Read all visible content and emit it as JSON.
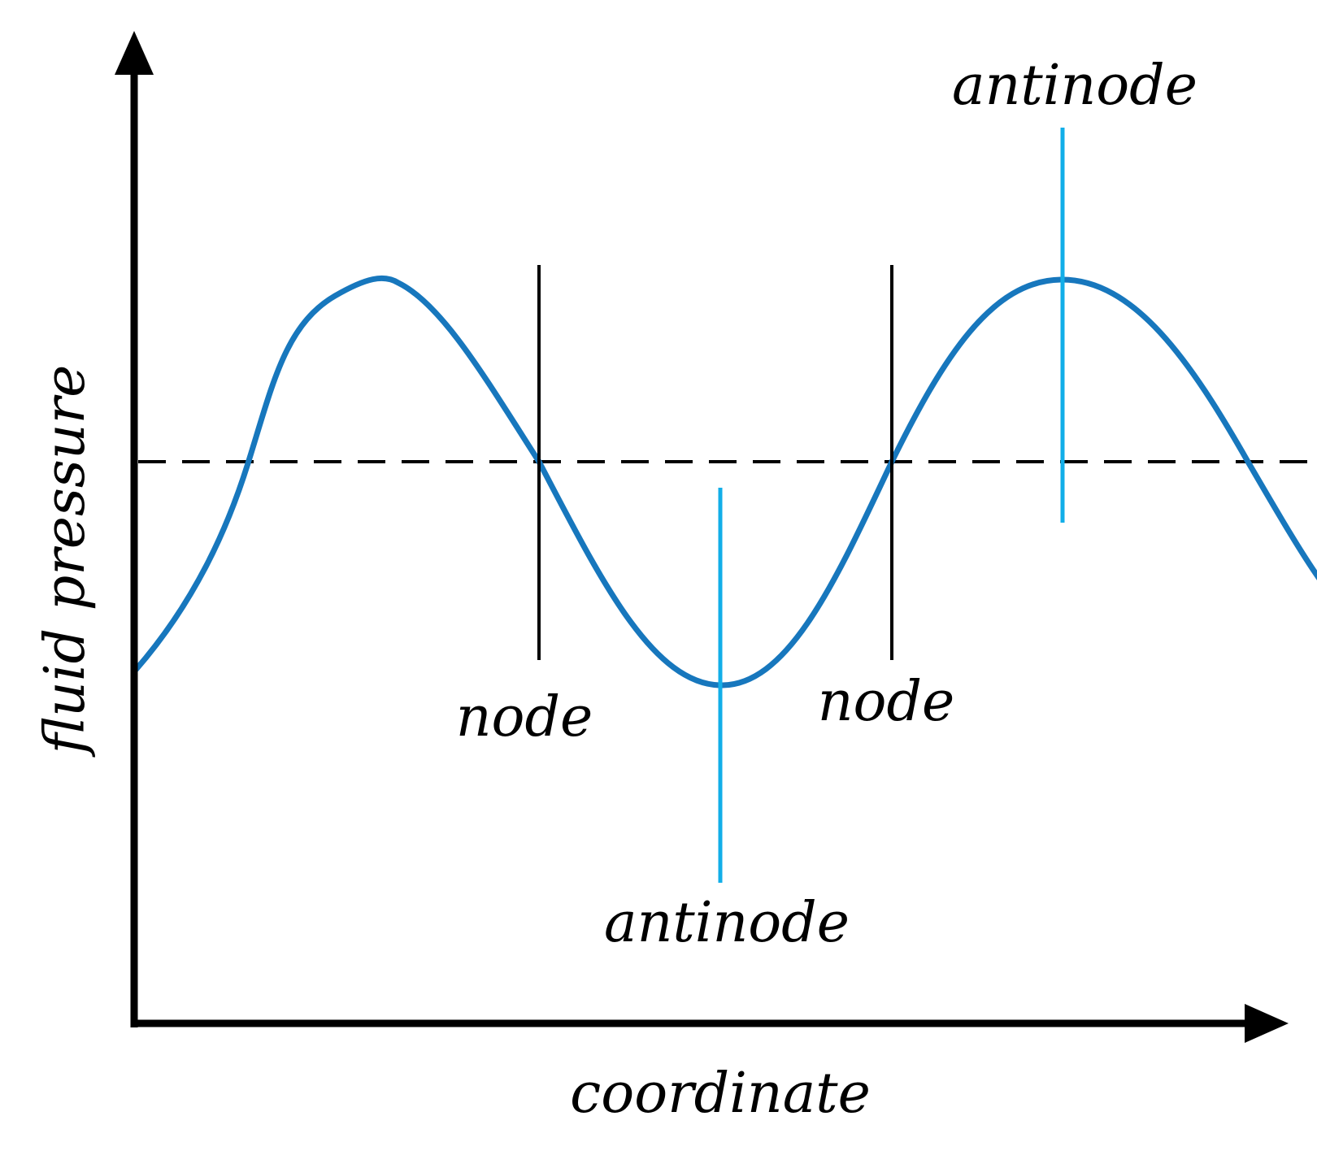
{
  "colors": {
    "curve": "#1777bd",
    "antinode_marker": "#12aee8",
    "node_marker": "#000000",
    "axis": "#000000",
    "background": "#ffffff"
  },
  "axes": {
    "x_label": "coordinate",
    "y_label": "fluid pressure"
  },
  "labels": {
    "node_left": "node",
    "node_right": "node",
    "antinode_bottom": "antinode",
    "antinode_top": "antinode"
  }
}
